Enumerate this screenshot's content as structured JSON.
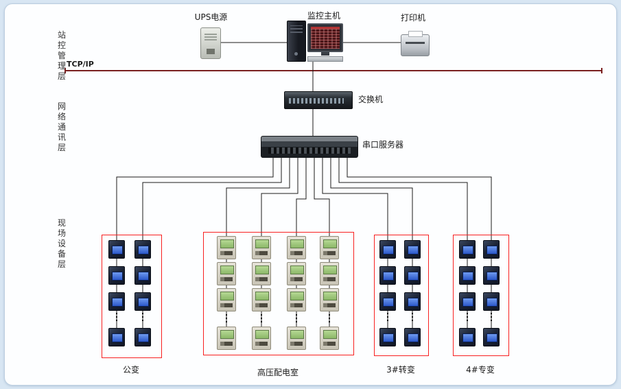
{
  "page": {
    "background": "#d8e6f3",
    "bus_color": "#7a1f1f",
    "group_border_color": "#f81f1f"
  },
  "layers": {
    "station": "站控管理层",
    "network": "网络通讯层",
    "field": "现场设备层"
  },
  "bus": {
    "label": "TCP/IP"
  },
  "devices": {
    "ups": {
      "label": "UPS电源"
    },
    "host": {
      "label": "监控主机"
    },
    "printer": {
      "label": "打印机"
    },
    "switch": {
      "label": "交换机"
    },
    "serial_server": {
      "label": "串口服务器"
    }
  },
  "groups": [
    {
      "label": "公变",
      "columns": 2,
      "rows": 4,
      "meter_style": "dark"
    },
    {
      "label": "高压配电室",
      "columns": 4,
      "rows": 4,
      "meter_style": "light"
    },
    {
      "label": "3#转变",
      "columns": 2,
      "rows": 4,
      "meter_style": "dark"
    },
    {
      "label": "4#专变",
      "columns": 2,
      "rows": 4,
      "meter_style": "dark"
    }
  ]
}
